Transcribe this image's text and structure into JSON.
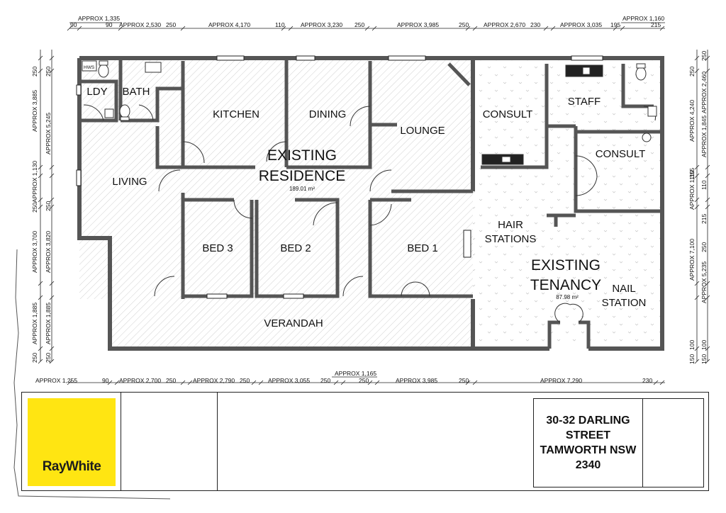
{
  "rooms": {
    "ldy": "LDY",
    "bath": "BATH",
    "hws": "HWS",
    "kitchen": "KITCHEN",
    "dining": "DINING",
    "lounge": "LOUNGE",
    "living": "LIVING",
    "bed3": "BED 3",
    "bed2": "BED 2",
    "bed1": "BED 1",
    "verandah": "VERANDAH",
    "consult1": "CONSULT",
    "staff": "STAFF",
    "consult2": "CONSULT",
    "hair1": "HAIR",
    "hair2": "STATIONS",
    "nail1": "NAIL",
    "nail2": "STATION"
  },
  "zones": {
    "residence_l1": "EXISTING",
    "residence_l2": "RESIDENCE",
    "residence_area": "189.01 m²",
    "tenancy_l1": "EXISTING",
    "tenancy_l2": "TENANCY",
    "tenancy_area": "87.98 m²"
  },
  "dims": {
    "top_outer": [
      "APPROX 1,335",
      "APPROX 1,160"
    ],
    "top": [
      "90",
      "90",
      "APPROX 2,530",
      "250",
      "APPROX 4,170",
      "110",
      "APPROX 3,230",
      "250",
      "APPROX 3,985",
      "250",
      "APPROX 2,670",
      "230",
      "APPROX 3,035",
      "195",
      "215"
    ],
    "bottom_outer": [
      "APPROX 1,165"
    ],
    "bottom": [
      "APPROX 1,255",
      "90",
      "APPROX 2,700",
      "250",
      "APPROX 2,790",
      "250",
      "APPROX 3,055",
      "250",
      "250",
      "APPROX 3,985",
      "250",
      "APPROX 7,290",
      "230"
    ],
    "left_outer": [
      "250",
      "APPROX 5,245",
      "250",
      "APPROX 3,820",
      "APPROX 1,885",
      "250"
    ],
    "left_inner": [
      "250",
      "APPROX 3,885",
      "APPROX 1,130",
      "250",
      "APPROX 3,700",
      "APPROX 1,885",
      "250"
    ],
    "right_inner": [
      "250",
      "APPROX 4,240",
      "110",
      "APPROX 1,355",
      "APPROX 7,100",
      "150",
      "100"
    ],
    "right_outer": [
      "250",
      "APPROX 2,460",
      "APPROX 1,845",
      "110",
      "215",
      "250",
      "APPROX 5,235",
      "150",
      "100"
    ]
  },
  "address": "30-32 DARLING\nSTREET\nTAMWORTH NSW\n2340",
  "brand": {
    "name": "RayWhite",
    "color": "#ffe512"
  }
}
